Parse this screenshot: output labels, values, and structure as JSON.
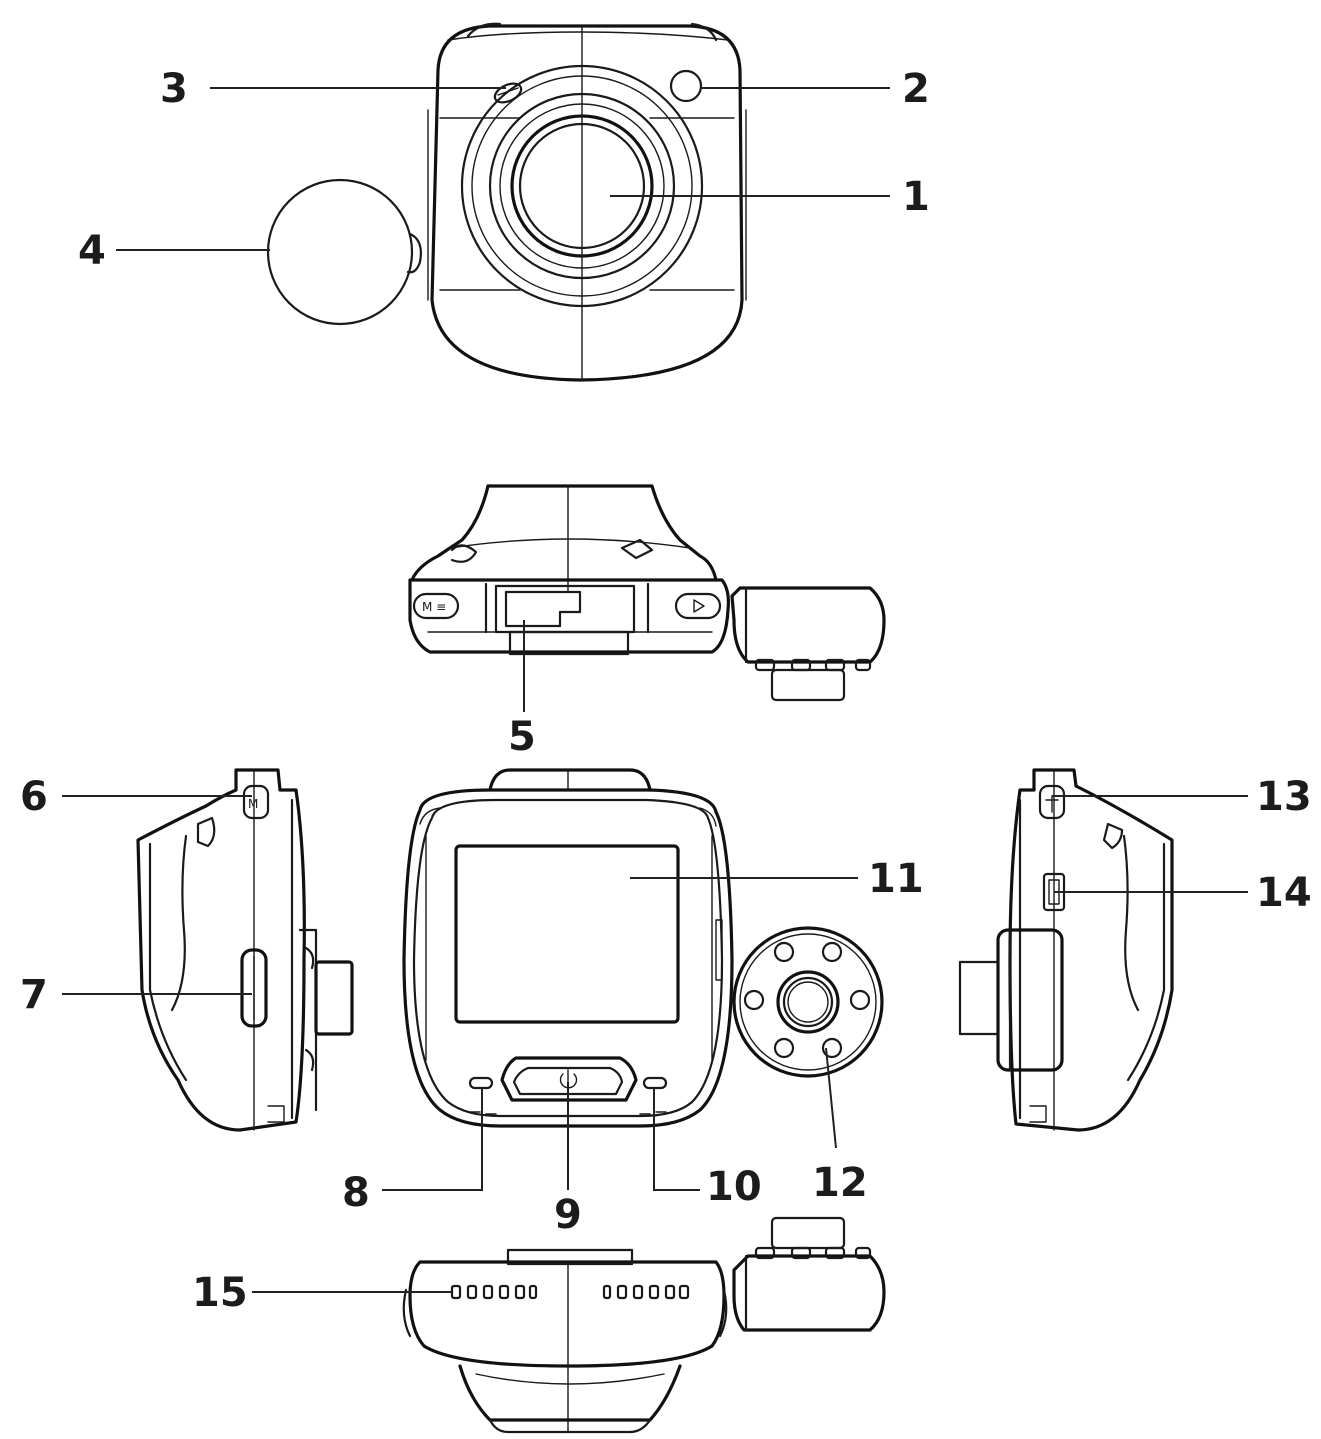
{
  "callouts": [
    {
      "id": "1",
      "label": "1"
    },
    {
      "id": "2",
      "label": "2"
    },
    {
      "id": "3",
      "label": "3"
    },
    {
      "id": "4",
      "label": "4"
    },
    {
      "id": "5",
      "label": "5"
    },
    {
      "id": "6",
      "label": "6"
    },
    {
      "id": "7",
      "label": "7"
    },
    {
      "id": "8",
      "label": "8"
    },
    {
      "id": "9",
      "label": "9"
    },
    {
      "id": "10",
      "label": "10"
    },
    {
      "id": "11",
      "label": "11"
    },
    {
      "id": "12",
      "label": "12"
    },
    {
      "id": "13",
      "label": "13"
    },
    {
      "id": "14",
      "label": "14"
    },
    {
      "id": "15",
      "label": "15"
    }
  ],
  "colors": {
    "line": "#1a1a1a",
    "background": "#ffffff"
  },
  "icons": [
    "power-icon",
    "menu-button-icon",
    "play-button-icon"
  ]
}
